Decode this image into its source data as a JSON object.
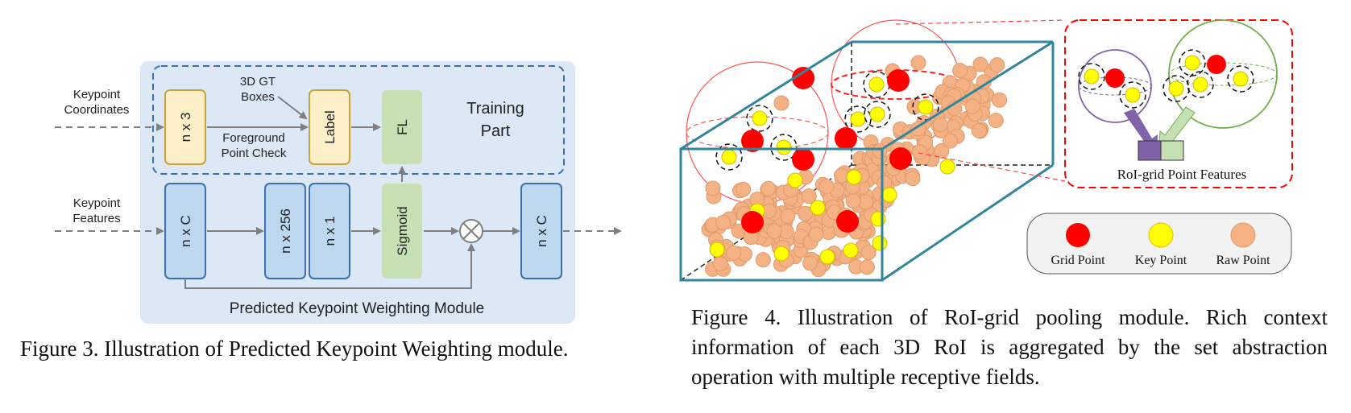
{
  "figure3": {
    "input_keypoint_coordinates": [
      "Keypoint",
      "Coordinates"
    ],
    "input_keypoint_features": [
      "Keypoint",
      "Features"
    ],
    "gt_boxes": [
      "3D GT",
      "Boxes"
    ],
    "foreground_check": [
      "Foreground",
      "Point Check"
    ],
    "training_part": [
      "Training",
      "Part"
    ],
    "blocks": {
      "nx3": "n x 3",
      "label": "Label",
      "fl": "FL",
      "nxc_in": "n x C",
      "nx256": "n x 256",
      "nx1": "n x 1",
      "sigmoid": "Sigmoid",
      "nxc_out": "n x C"
    },
    "module_title": "Predicted Keypoint Weighting Module",
    "caption": "Figure 3. Illustration of Predicted Keypoint Weighting module.",
    "colors": {
      "module_bg": "#dce8f5",
      "training_border": "#3a6fb0",
      "yellow_fill": "#fdf0c8",
      "yellow_stroke": "#c9a23a",
      "blue_fill": "#bdd7ee",
      "blue_stroke": "#3a6fb0",
      "green_fill": "#c6e0b4",
      "arrow": "#7f7f7f"
    }
  },
  "figure4": {
    "roi_grid_features_label": "RoI-grid Point Features",
    "legend": {
      "grid_point": "Grid Point",
      "key_point": "Key Point",
      "raw_point": "Raw Point"
    },
    "caption": "Figure 4. Illustration of RoI-grid pooling module. Rich context information of each 3D RoI is aggregated by the set abstraction operation with multiple receptive fields.",
    "colors": {
      "grid_point": "#ff0000",
      "key_point": "#ffff00",
      "raw_point": "#f4b183",
      "box_edge": "#31859c",
      "inset_border": "#ff0000",
      "sphere_left": "#7f62a8",
      "sphere_right": "#70ad47",
      "feature_purple": "#7f62a8",
      "feature_green": "#c6e0b4",
      "legend_bg": "#f2f2f2"
    }
  }
}
